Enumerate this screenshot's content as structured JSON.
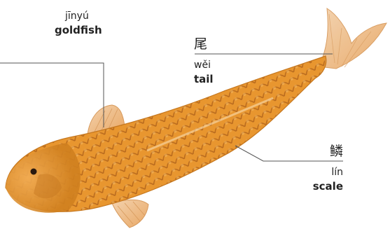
{
  "labels": {
    "goldfish": {
      "pinyin": "jīnyú",
      "english": "goldfish"
    },
    "tail": {
      "hanzi": "尾",
      "pinyin": "wěi",
      "english": "tail"
    },
    "scale": {
      "hanzi": "鳞",
      "pinyin": "lín",
      "english": "scale"
    }
  },
  "colors": {
    "fish_body": "#e7922a",
    "fish_dark": "#b8641a",
    "fin": "#f1c9a0",
    "leader_line": "#555555",
    "text": "#222222"
  }
}
